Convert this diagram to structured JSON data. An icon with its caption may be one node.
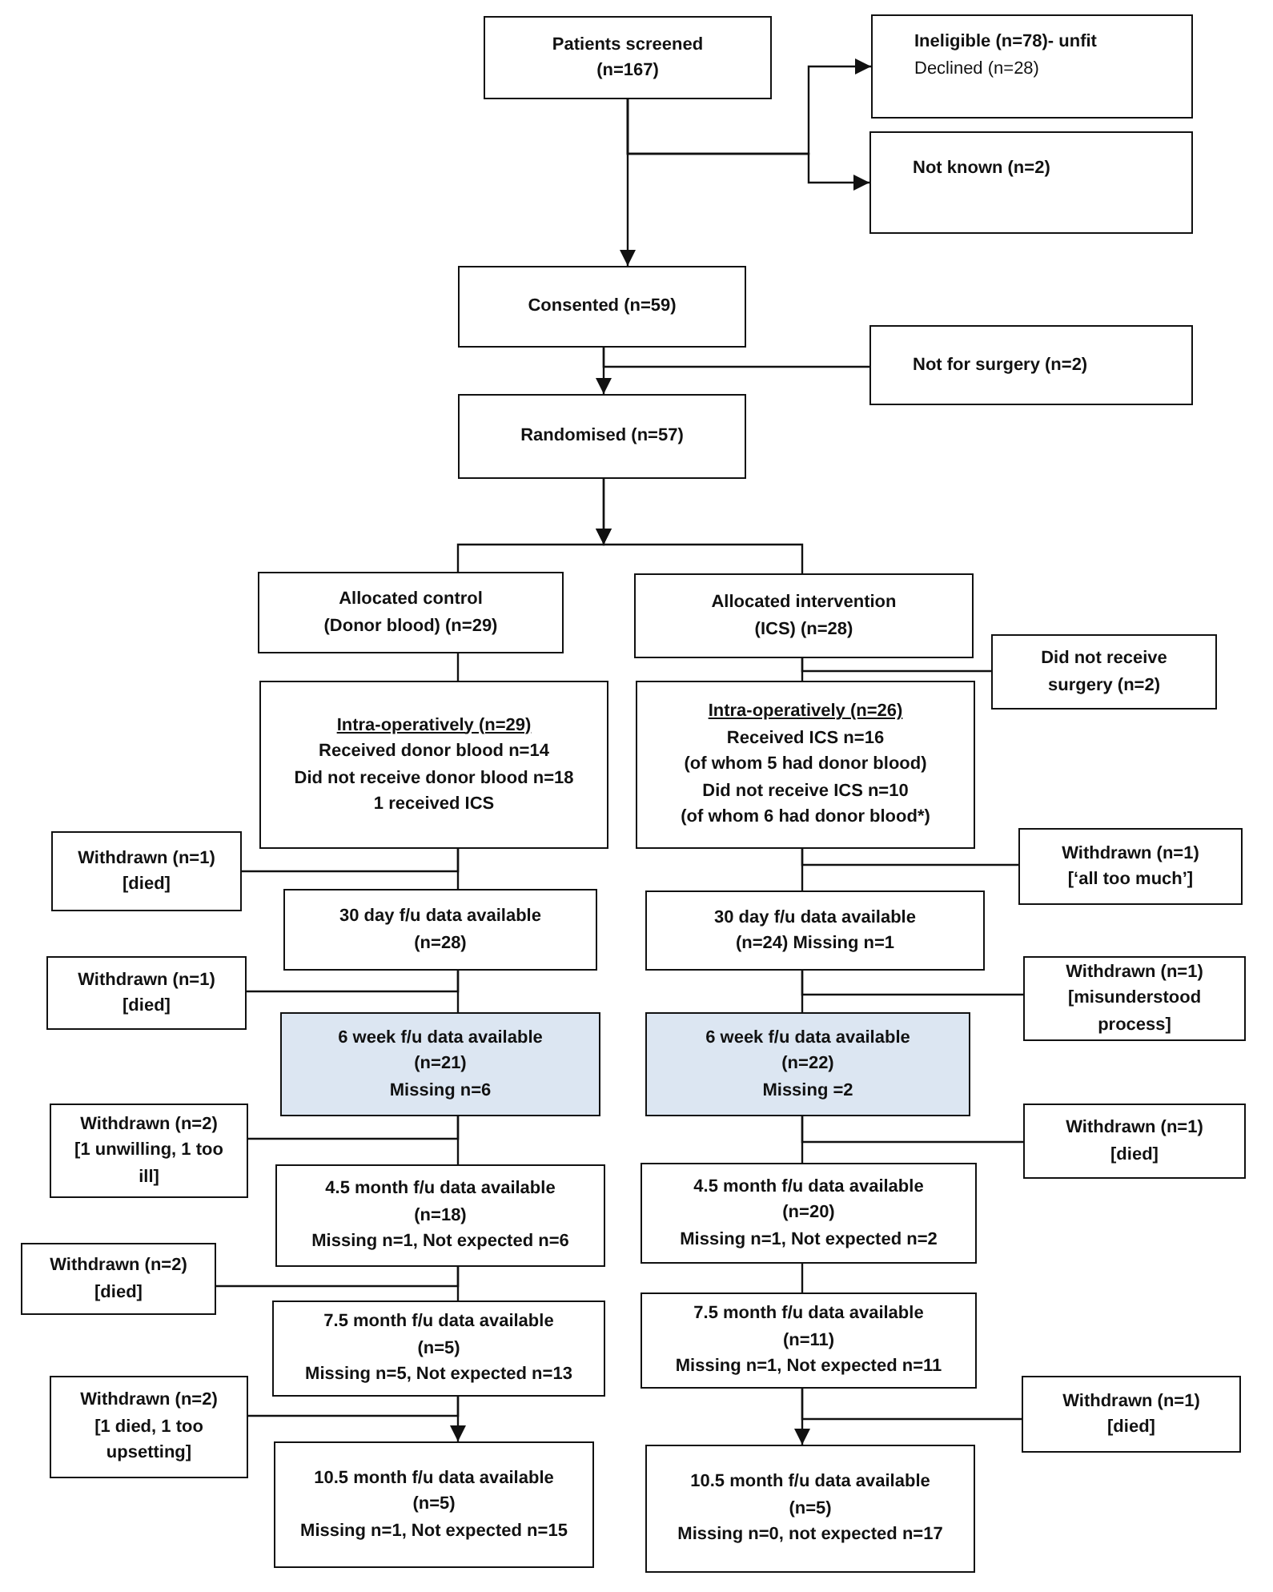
{
  "diagram": {
    "nodes": [
      {
        "text": [
          "Patients screened",
          "(n=167)"
        ]
      },
      {
        "text": [
          "Ineligible (n=78)- unfit",
          "Declined (n=28)"
        ]
      },
      {
        "text": [
          "Not known (n=2)"
        ]
      },
      {
        "text": [
          "Consented (n=59)"
        ]
      },
      {
        "text": [
          "Not for surgery (n=2)"
        ]
      },
      {
        "text": [
          "Randomised (n=57)"
        ]
      },
      {
        "text": [
          "Allocated control",
          "(Donor blood) (n=29)"
        ]
      },
      {
        "text": [
          "Allocated intervention",
          "(ICS) (n=28)"
        ]
      },
      {
        "text": [
          "Did not receive surgery (n=2)"
        ]
      },
      {
        "text": [
          "Intra-operatively (n=29)",
          "Received donor blood n=14",
          "Did not receive donor blood n=18",
          "1 received ICS"
        ]
      },
      {
        "text": [
          "Intra-operatively (n=26)",
          "Received ICS n=16",
          "(of whom 5 had donor blood)",
          "Did not receive ICS n=10",
          "(of whom 6 had donor blood*)"
        ]
      },
      {
        "text": [
          "Withdrawn (n=1)",
          "[died]"
        ]
      },
      {
        "text": [
          "Withdrawn (n=1)",
          "[‘all too much’]"
        ]
      },
      {
        "text": [
          "30 day f/u data available",
          "(n=28)"
        ]
      },
      {
        "text": [
          "30 day f/u data available",
          "(n=24) Missing n=1"
        ]
      },
      {
        "text": [
          "Withdrawn (n=1)",
          "[died]"
        ]
      },
      {
        "text": [
          "Withdrawn (n=1)",
          "[misunderstood process]"
        ]
      },
      {
        "text": [
          "6 week f/u data available",
          "(n=21)",
          "Missing n=6"
        ]
      },
      {
        "text": [
          "6 week f/u data available",
          "(n=22)",
          "Missing =2"
        ]
      },
      {
        "text": [
          "Withdrawn (n=2)",
          "[1 unwilling, 1 too ill]"
        ]
      },
      {
        "text": [
          "Withdrawn (n=1)",
          "[died]"
        ]
      },
      {
        "text": [
          "4.5 month f/u data available",
          "(n=18)",
          "Missing n=1, Not expected n=6"
        ]
      },
      {
        "text": [
          "4.5 month f/u data available",
          "(n=20)",
          "Missing n=1, Not expected n=2"
        ]
      },
      {
        "text": [
          "Withdrawn (n=2)",
          "[died]"
        ]
      },
      {
        "text": [
          "7.5 month f/u data available",
          "(n=5)",
          "Missing n=5, Not expected n=13"
        ]
      },
      {
        "text": [
          "7.5 month f/u data available",
          "(n=11)",
          "Missing n=1, Not expected n=11"
        ]
      },
      {
        "text": [
          "Withdrawn (n=2)",
          "[1 died, 1 too upsetting]"
        ]
      },
      {
        "text": [
          "Withdrawn (n=1)",
          "[died]"
        ]
      },
      {
        "text": [
          "10.5 month f/u data available",
          "(n=5)",
          "Missing n=1, Not expected n=15"
        ]
      },
      {
        "text": [
          "10.5 month f/u data available",
          "(n=5)",
          "Missing n=0, not expected n=17"
        ]
      }
    ],
    "edges": [
      {
        "from": 0,
        "to": 3,
        "arrow": "to"
      },
      {
        "from": 0,
        "to": 1,
        "arrow": "to"
      },
      {
        "from": 0,
        "to": 2,
        "arrow": "to"
      },
      {
        "from": 3,
        "to": 5,
        "arrow": "to"
      },
      {
        "from": 3,
        "to": 4,
        "arrow": "none"
      },
      {
        "from": 5,
        "to": 6,
        "arrow": "to"
      },
      {
        "from": 5,
        "to": 7,
        "arrow": "to"
      },
      {
        "from": 6,
        "to": 9,
        "arrow": "none"
      },
      {
        "from": 7,
        "to": 10,
        "arrow": "none"
      },
      {
        "from": 7,
        "to": 8,
        "arrow": "none"
      },
      {
        "from": 9,
        "to": 13,
        "arrow": "none"
      },
      {
        "from": 9,
        "to": 11,
        "arrow": "none"
      },
      {
        "from": 10,
        "to": 14,
        "arrow": "none"
      },
      {
        "from": 10,
        "to": 12,
        "arrow": "none"
      },
      {
        "from": 13,
        "to": 17,
        "arrow": "none"
      },
      {
        "from": 13,
        "to": 15,
        "arrow": "none"
      },
      {
        "from": 14,
        "to": 18,
        "arrow": "none"
      },
      {
        "from": 14,
        "to": 16,
        "arrow": "none"
      },
      {
        "from": 17,
        "to": 21,
        "arrow": "none"
      },
      {
        "from": 17,
        "to": 19,
        "arrow": "none"
      },
      {
        "from": 18,
        "to": 22,
        "arrow": "none"
      },
      {
        "from": 18,
        "to": 20,
        "arrow": "none"
      },
      {
        "from": 21,
        "to": 24,
        "arrow": "none"
      },
      {
        "from": 21,
        "to": 23,
        "arrow": "none"
      },
      {
        "from": 22,
        "to": 25,
        "arrow": "none"
      },
      {
        "from": 24,
        "to": 28,
        "arrow": "to"
      },
      {
        "from": 24,
        "to": 26,
        "arrow": "none"
      },
      {
        "from": 25,
        "to": 29,
        "arrow": "to"
      },
      {
        "from": 25,
        "to": 27,
        "arrow": "none"
      }
    ]
  }
}
